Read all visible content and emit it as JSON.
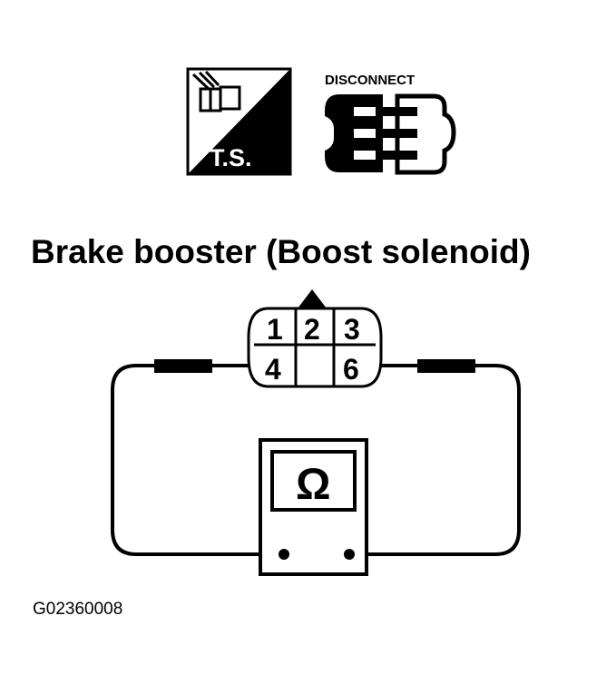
{
  "title": "Brake booster (Boost solenoid)",
  "figure_code": "G02360008",
  "icons": {
    "ts_label": "T.S.",
    "disconnect_label": "DISCONNECT"
  },
  "connector": {
    "pins_top": [
      "1",
      "2",
      "3"
    ],
    "pins_bottom_left": "4",
    "pins_bottom_right": "6"
  },
  "meter": {
    "symbol": "Ω",
    "icon": "ohmmeter-icon"
  },
  "colors": {
    "ink": "#000000",
    "paper": "#ffffff"
  }
}
